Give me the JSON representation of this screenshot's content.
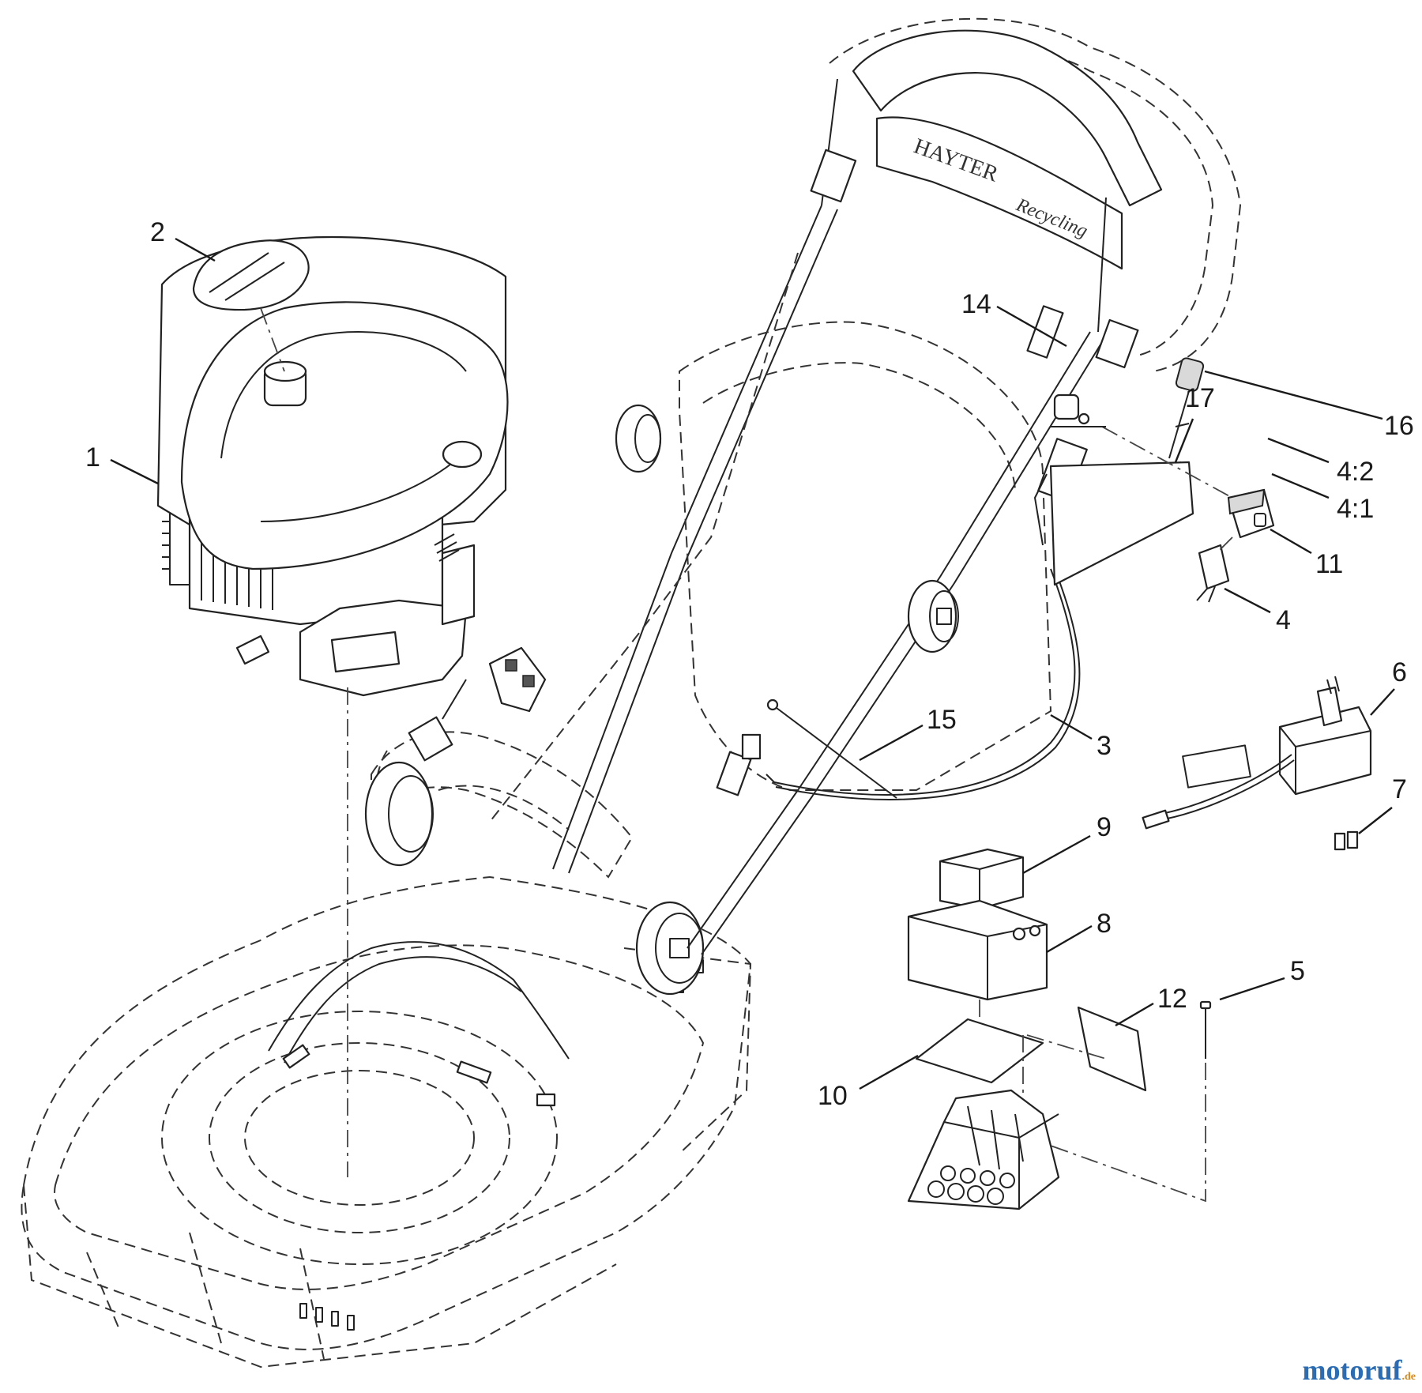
{
  "callouts": [
    {
      "id": "1",
      "label": "1"
    },
    {
      "id": "2",
      "label": "2"
    },
    {
      "id": "3",
      "label": "3"
    },
    {
      "id": "4",
      "label": "4"
    },
    {
      "id": "4_1",
      "label": "4:1"
    },
    {
      "id": "4_2",
      "label": "4:2"
    },
    {
      "id": "5",
      "label": "5"
    },
    {
      "id": "6",
      "label": "6"
    },
    {
      "id": "7",
      "label": "7"
    },
    {
      "id": "8",
      "label": "8"
    },
    {
      "id": "9",
      "label": "9"
    },
    {
      "id": "10",
      "label": "10"
    },
    {
      "id": "11",
      "label": "11"
    },
    {
      "id": "12",
      "label": "12"
    },
    {
      "id": "14",
      "label": "14"
    },
    {
      "id": "15",
      "label": "15"
    },
    {
      "id": "16",
      "label": "16"
    },
    {
      "id": "17",
      "label": "17"
    }
  ],
  "handle_branding": {
    "brand": "HAYTER",
    "model_logo": "Recycling"
  },
  "watermark": {
    "main": "motoruf",
    "tld": ".de"
  }
}
